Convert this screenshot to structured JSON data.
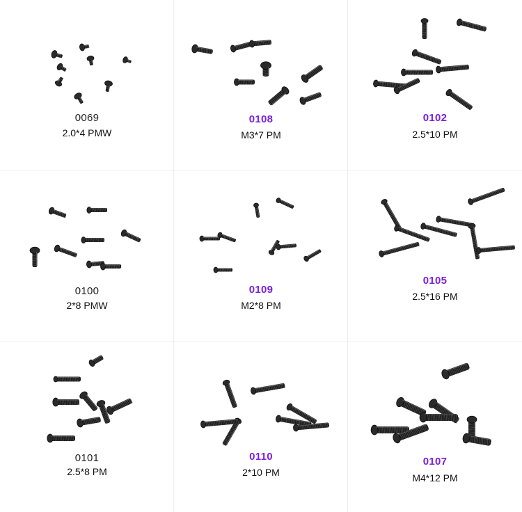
{
  "colors": {
    "accent": "#7b1fe0",
    "text": "#111111",
    "screw": "#1e1e1e"
  },
  "products": [
    {
      "code": "0069",
      "spec": "2.0*4 PMW",
      "highlight": false,
      "icon": "screw-icon"
    },
    {
      "code": "0108",
      "spec": "M3*7 PM",
      "highlight": true,
      "icon": "screw-icon"
    },
    {
      "code": "0102",
      "spec": "2.5*10 PM",
      "highlight": true,
      "icon": "screw-icon"
    },
    {
      "code": "0100",
      "spec": "2*8 PMW",
      "highlight": false,
      "icon": "screw-icon"
    },
    {
      "code": "0109",
      "spec": "M2*8 PM",
      "highlight": true,
      "icon": "screw-icon"
    },
    {
      "code": "0105",
      "spec": "2.5*16 PM",
      "highlight": true,
      "icon": "screw-icon"
    },
    {
      "code": "0101",
      "spec": "2.5*8 PM",
      "highlight": false,
      "icon": "screw-icon"
    },
    {
      "code": "0110",
      "spec": "2*10 PM",
      "highlight": true,
      "icon": "screw-icon"
    },
    {
      "code": "0107",
      "spec": "M4*12 PM",
      "highlight": true,
      "icon": "screw-icon"
    }
  ]
}
